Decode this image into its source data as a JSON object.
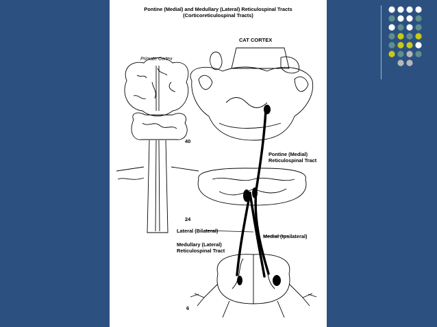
{
  "slide": {
    "title_line1": "Pontine (Medial) and Medullary (Lateral) Reticulospinal Tracts",
    "title_line2": "(Corticoreticulospinal Tracts)"
  },
  "figure_left": {
    "heading": "Primate Cortex",
    "number": "40"
  },
  "figure_right": {
    "heading": "CAT CORTEX",
    "pontine_label_1": "Pontine (Medial)",
    "pontine_label_2": "Reticulospinal Tract",
    "number_24": "24",
    "lateral_label": "Lateral (Bilateral)",
    "medial_label": "Medial (Ipsilateral)",
    "medullary_label_1": "Medullary (Lateral)",
    "medullary_label_2": "Reticulospinal Tract",
    "number_6": "6"
  },
  "colors": {
    "background": "#2c5180",
    "dot_white": "#ffffff",
    "dot_teal": "#5f8e8e",
    "dot_yellow": "#c9c916",
    "dot_gray": "#b8b8b8"
  }
}
